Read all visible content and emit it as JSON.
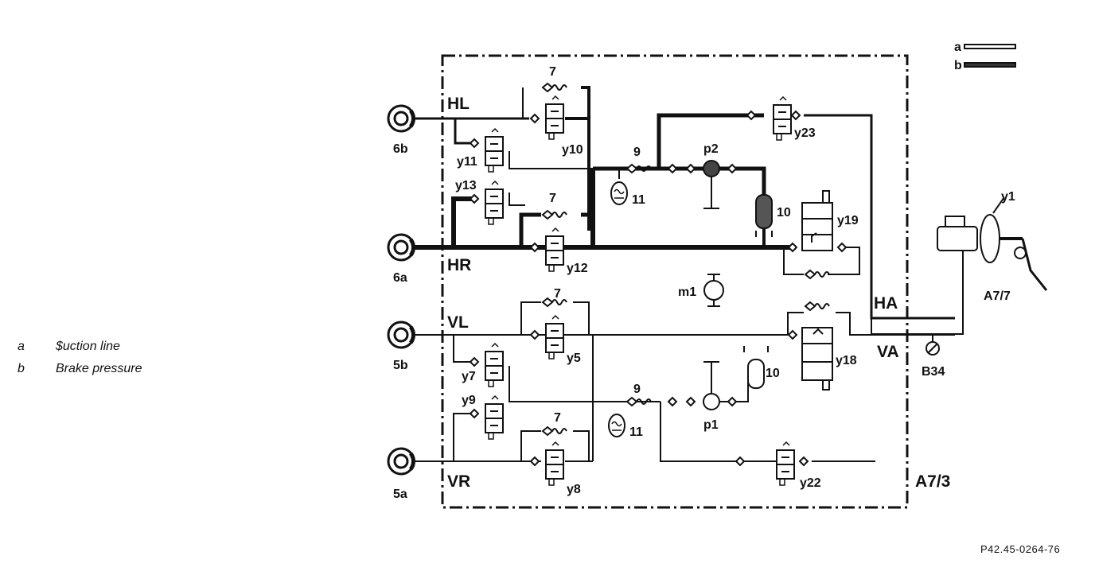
{
  "legend": [
    {
      "key": "a",
      "text": "$uction line"
    },
    {
      "key": "b",
      "text": "Brake pressure"
    }
  ],
  "legend_keys": {
    "a": "a",
    "b": "b"
  },
  "reference": "P42.45-0264-76",
  "labels": {
    "hl": "HL",
    "hr": "HR",
    "vl": "VL",
    "vr": "VR",
    "ha": "HA",
    "va": "VA",
    "w6b": "6b",
    "w6a": "6a",
    "w5b": "5b",
    "w5a": "5a",
    "y10": "y10",
    "y11": "y11",
    "y13": "y13",
    "y12": "y12",
    "y23": "y23",
    "y19": "y19",
    "y5": "y5",
    "y7": "y7",
    "y9": "y9",
    "y8": "y8",
    "y18": "y18",
    "y22": "y22",
    "y1": "y1",
    "p2": "p2",
    "p1": "p1",
    "m1": "m1",
    "n7a": "7",
    "n7b": "7",
    "n7c": "7",
    "n7d": "7",
    "n9a": "9",
    "n9b": "9",
    "n11a": "11",
    "n11b": "11",
    "n10a": "10",
    "n10b": "10",
    "a77": "A7/7",
    "a73": "A7/3",
    "b34": "B34"
  }
}
